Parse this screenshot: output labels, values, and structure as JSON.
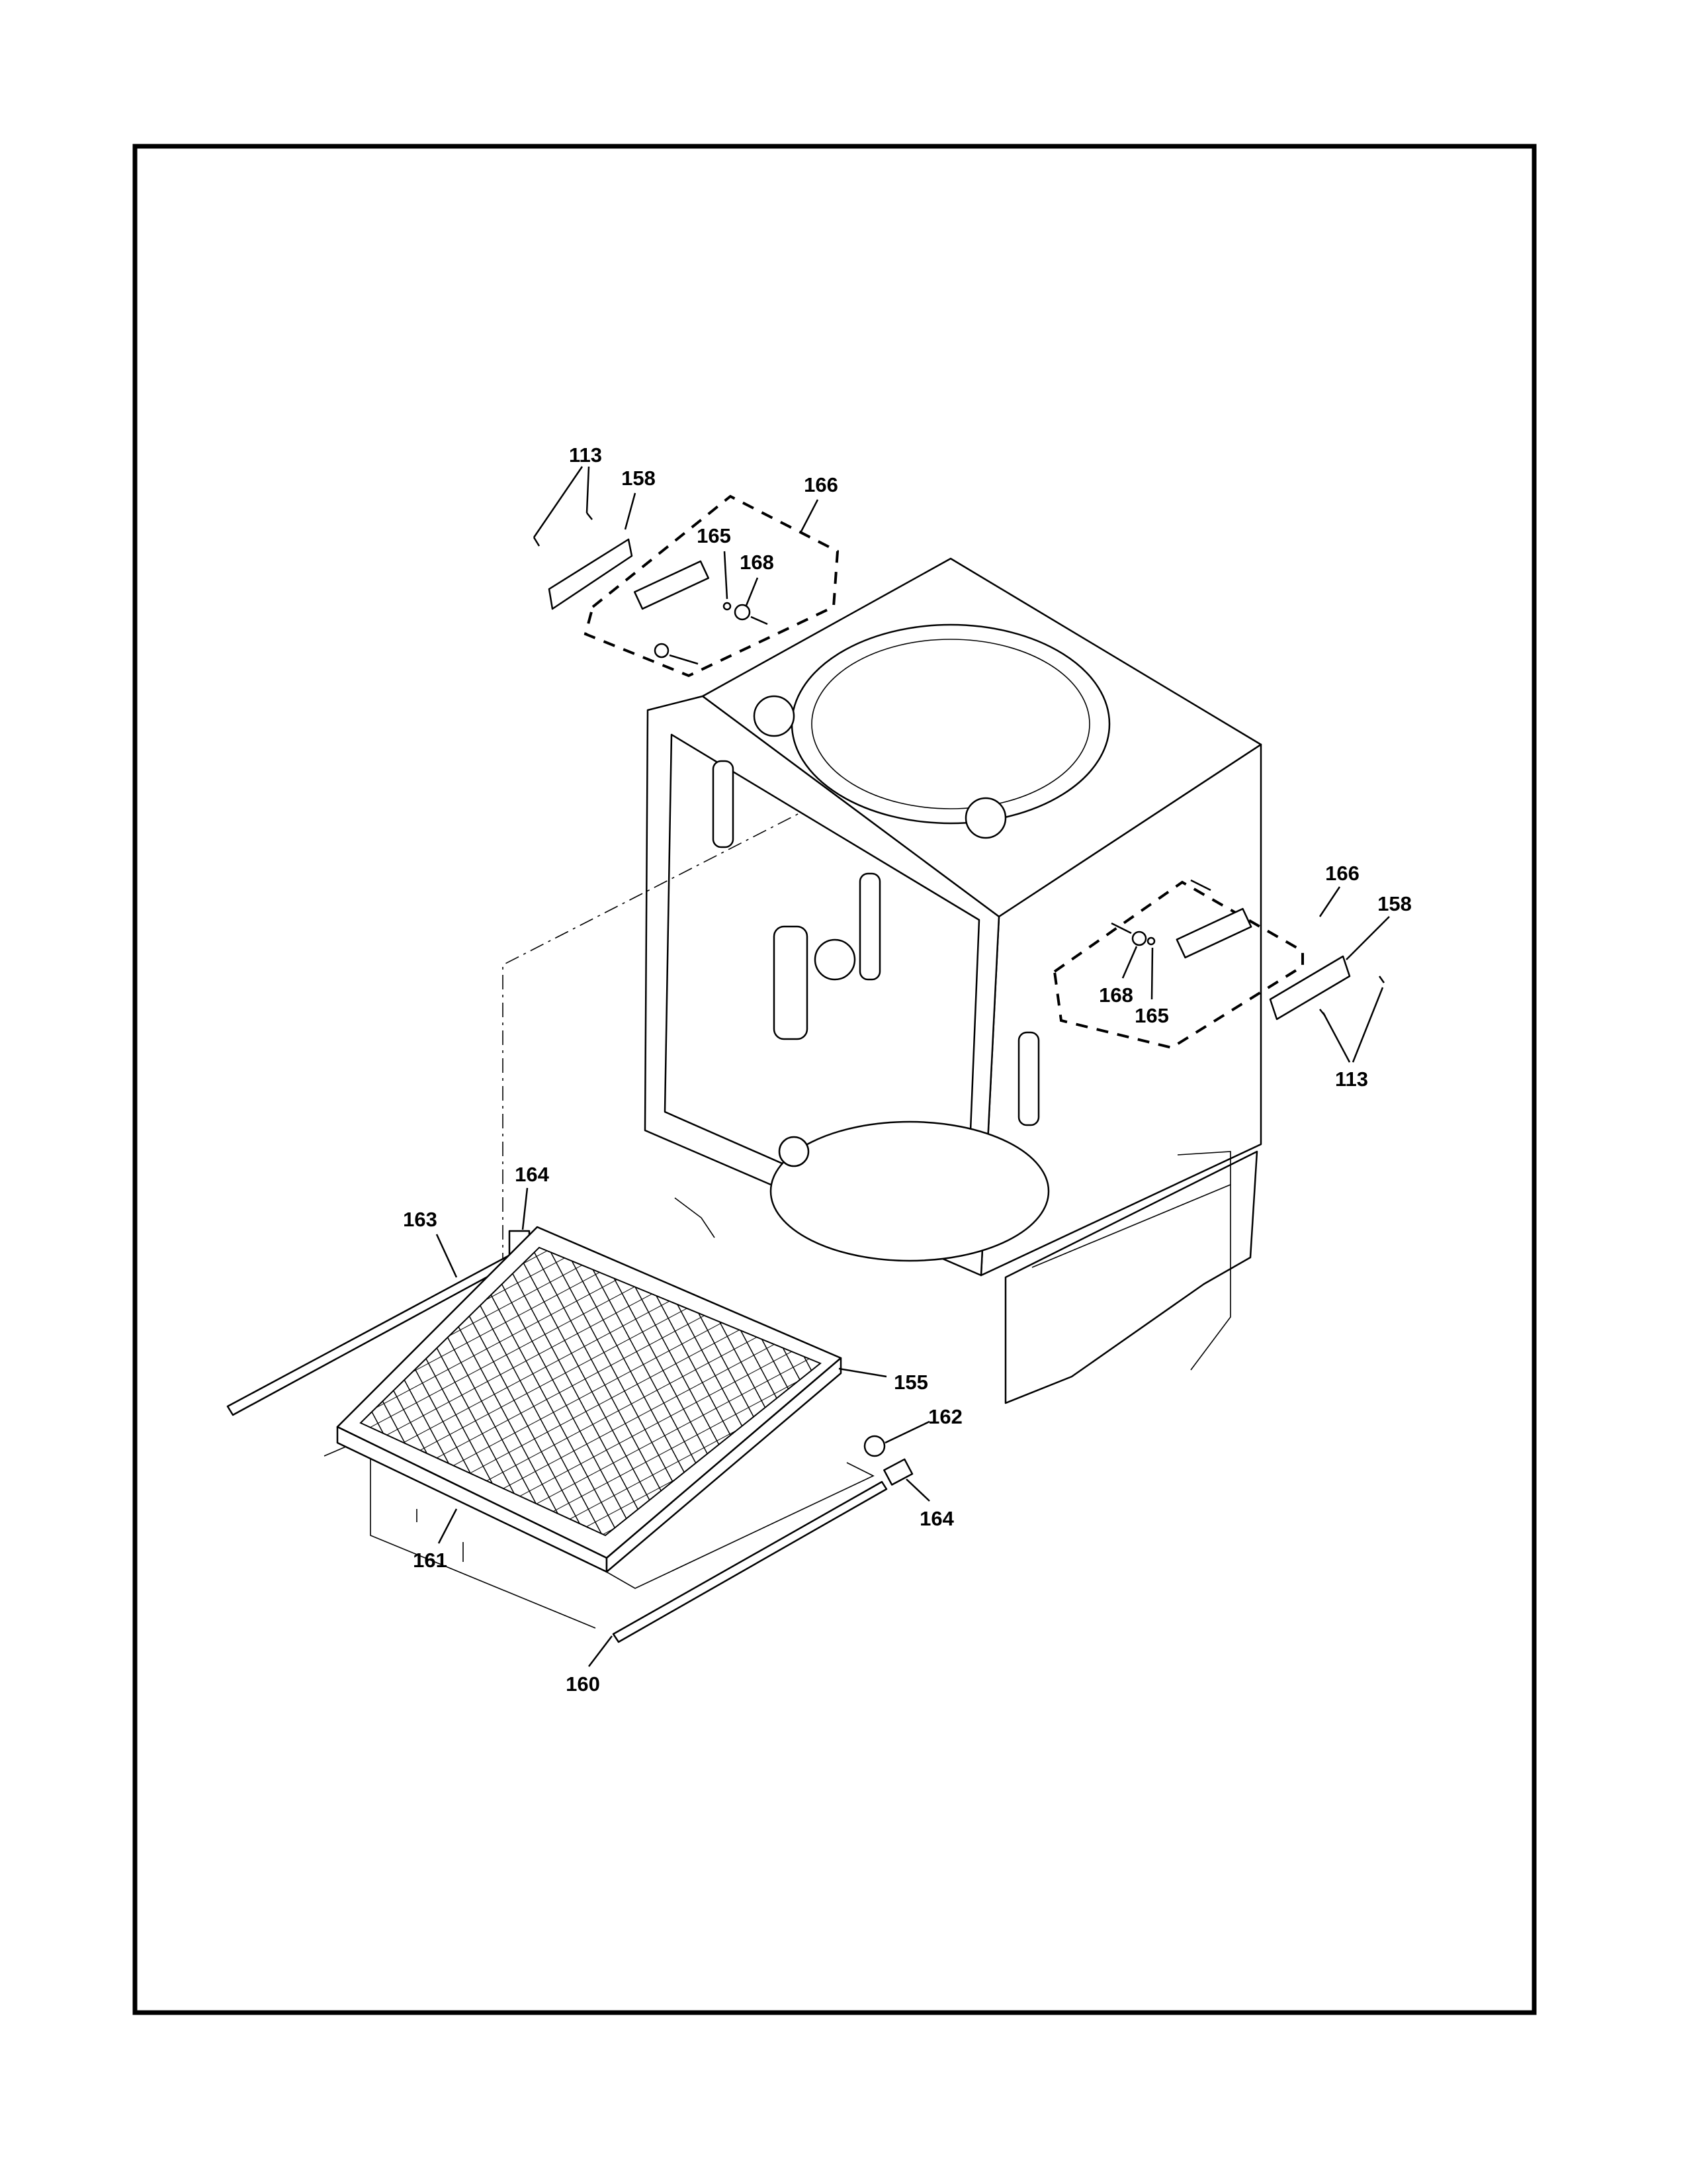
{
  "diagram": {
    "labels": {
      "screws_top": "113",
      "hinge_top": "158",
      "kit_top": "166",
      "washer_top": "165",
      "bushing_top": "168",
      "kit_right": "166",
      "hinge_right": "158",
      "bushing_right": "168",
      "washer_right": "165",
      "screws_right": "113",
      "stop_left": "164",
      "rail_left": "163",
      "rack": "155",
      "roller": "162",
      "stop_right": "164",
      "wire_frame": "161",
      "rail_right": "160"
    }
  }
}
